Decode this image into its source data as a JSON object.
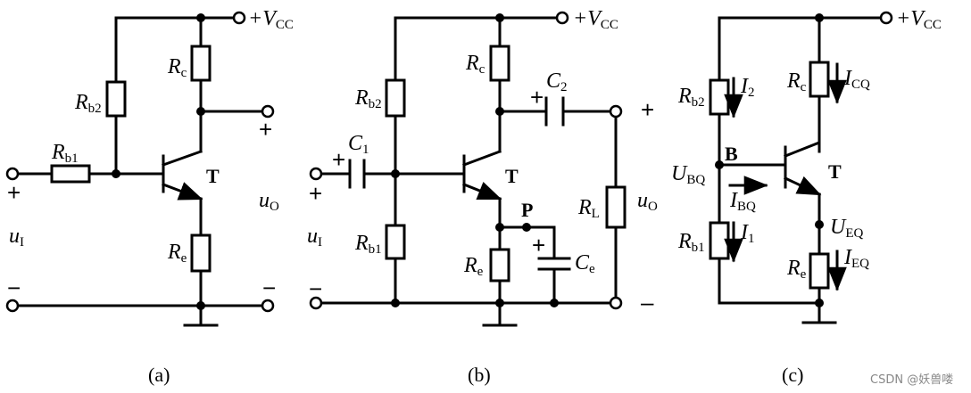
{
  "vcc": {
    "main": "+V",
    "sub": "CC"
  },
  "plus": "+",
  "minus": "–",
  "overbar_minus": "−",
  "transistor_label": "T",
  "resistors": {
    "rc": {
      "main": "R",
      "sub": "c"
    },
    "rb1": {
      "main": "R",
      "sub": "b1"
    },
    "rb2": {
      "main": "R",
      "sub": "b2"
    },
    "re": {
      "main": "R",
      "sub": "e"
    },
    "rl": {
      "main": "R",
      "sub": "L"
    }
  },
  "capacitors": {
    "c1": {
      "main": "C",
      "sub": "1"
    },
    "c2": {
      "main": "C",
      "sub": "2"
    },
    "ce": {
      "main": "C",
      "sub": "e"
    }
  },
  "signals": {
    "ui": {
      "main": "u",
      "sub": "I"
    },
    "uo": {
      "main": "u",
      "sub": "O"
    }
  },
  "node_p": "P",
  "node_b": "B",
  "quantities": {
    "ubq": {
      "main": "U",
      "sub": "BQ"
    },
    "ueq": {
      "main": "U",
      "sub": "EQ"
    },
    "ibq": {
      "main": "I",
      "sub": "BQ"
    },
    "icq": {
      "main": "I",
      "sub": "CQ"
    },
    "ieq": {
      "main": "I",
      "sub": "EQ"
    },
    "i1": {
      "main": "I",
      "sub": "1"
    },
    "i2": {
      "main": "I",
      "sub": "2"
    }
  },
  "captions": {
    "a": "(a)",
    "b": "(b)",
    "c": "(c)"
  },
  "watermark": "CSDN @妖兽喽"
}
